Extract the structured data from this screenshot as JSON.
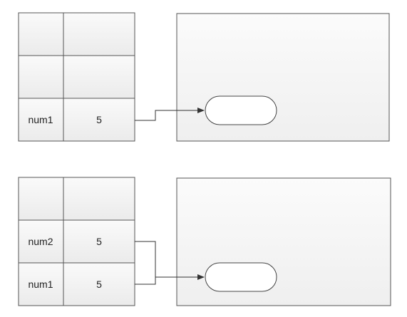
{
  "diagram": {
    "top": {
      "rows": [
        {
          "name": "",
          "value": ""
        },
        {
          "name": "",
          "value": ""
        },
        {
          "name": "num1",
          "value": "5"
        }
      ]
    },
    "bottom": {
      "rows": [
        {
          "name": "",
          "value": ""
        },
        {
          "name": "num2",
          "value": "5"
        },
        {
          "name": "num1",
          "value": "5"
        }
      ]
    }
  }
}
